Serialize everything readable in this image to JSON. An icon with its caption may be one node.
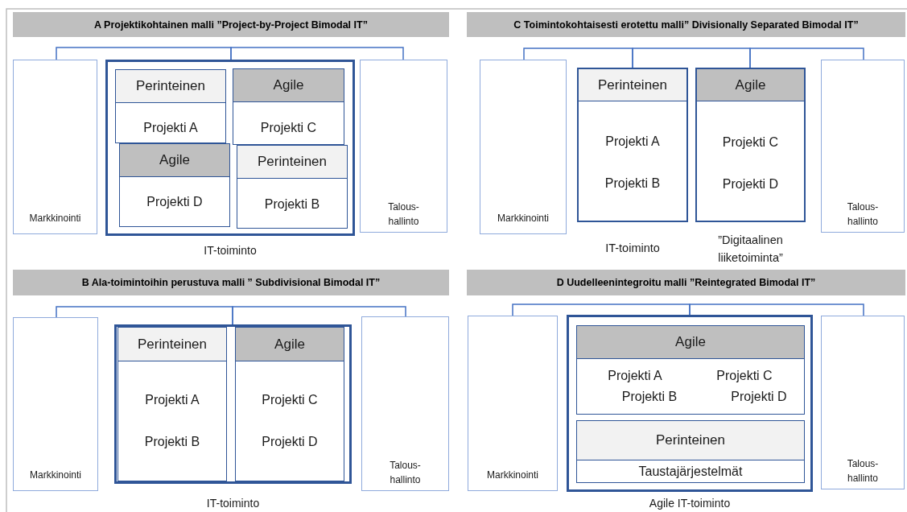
{
  "diagram": {
    "nodes": [
      {
        "text": [
          "A Projektikohtainen malli ”Project-by-Project Bimodal IT”"
        ]
      },
      {
        "text": [
          "Markkinointi"
        ]
      },
      {
        "text": [
          "IT-toiminto"
        ]
      },
      {
        "text": [
          "Perinteinen",
          "Projekti A"
        ],
        "in": 2
      },
      {
        "text": [
          "Agile",
          "Projekti C"
        ],
        "in": 2
      },
      {
        "text": [
          "Agile",
          "Projekti D"
        ],
        "in": 2
      },
      {
        "text": [
          "Perinteinen",
          "Projekti B"
        ],
        "in": 2
      },
      {
        "text": [
          "Talous- hallinto"
        ]
      },
      {
        "text": [
          "C Toimintokohtaisesti erotettu malli” Divisionally Separated Bimodal IT”"
        ]
      },
      {
        "text": [
          "Markkinointi"
        ]
      },
      {
        "text": [
          "Perinteinen",
          "Projekti A",
          "Projekti B"
        ],
        "beside": [
          "IT-toiminto"
        ]
      },
      {
        "text": [
          "Agile",
          "Projekti C",
          "Projekti D"
        ],
        "beside": [
          "”Digitaalinen liiketoiminta”"
        ]
      },
      {
        "text": [
          "Talous- hallinto"
        ]
      },
      {
        "text": [
          "B Ala-toimintoihin perustuva malli ” Subdivisional Bimodal IT”"
        ]
      },
      {
        "text": [
          "Markkinointi"
        ]
      },
      {
        "text": [
          "IT-toiminto"
        ]
      },
      {
        "text": [
          "Perinteinen",
          "Projekti A",
          "Projekti B"
        ],
        "in": 15
      },
      {
        "text": [
          "Agile",
          "Projekti C",
          "Projekti D"
        ],
        "in": 15
      },
      {
        "text": [
          "Talous- hallinto"
        ]
      },
      {
        "text": [
          "D Uudelleenintegroitu malli ”Reintegrated Bimodal IT”"
        ]
      },
      {
        "text": [
          "Markkinointi"
        ]
      },
      {
        "text": [
          "Agile IT-toiminto"
        ]
      },
      {
        "text": [
          "Agile",
          "Projekti A",
          "Projekti C",
          "Projekti B",
          "Projekti D"
        ],
        "in": 21
      },
      {
        "text": [
          "Perinteinen",
          "Taustajärjestelmät"
        ],
        "in": 21
      },
      {
        "text": [
          "Talous- hallinto"
        ]
      }
    ],
    "edges": [
      {
        "from": 2,
        "to": 1,
        "arrow": "none"
      },
      {
        "from": 2,
        "to": 7,
        "arrow": "none"
      },
      {
        "from": 10,
        "to": 9,
        "arrow": "none"
      },
      {
        "from": 10,
        "to": 11,
        "arrow": "none"
      },
      {
        "from": 11,
        "to": 12,
        "arrow": "none"
      },
      {
        "from": 15,
        "to": 14,
        "arrow": "none"
      },
      {
        "from": 15,
        "to": 18,
        "arrow": "none"
      },
      {
        "from": 21,
        "to": 20,
        "arrow": "none"
      },
      {
        "from": 21,
        "to": 24,
        "arrow": "none"
      }
    ]
  }
}
